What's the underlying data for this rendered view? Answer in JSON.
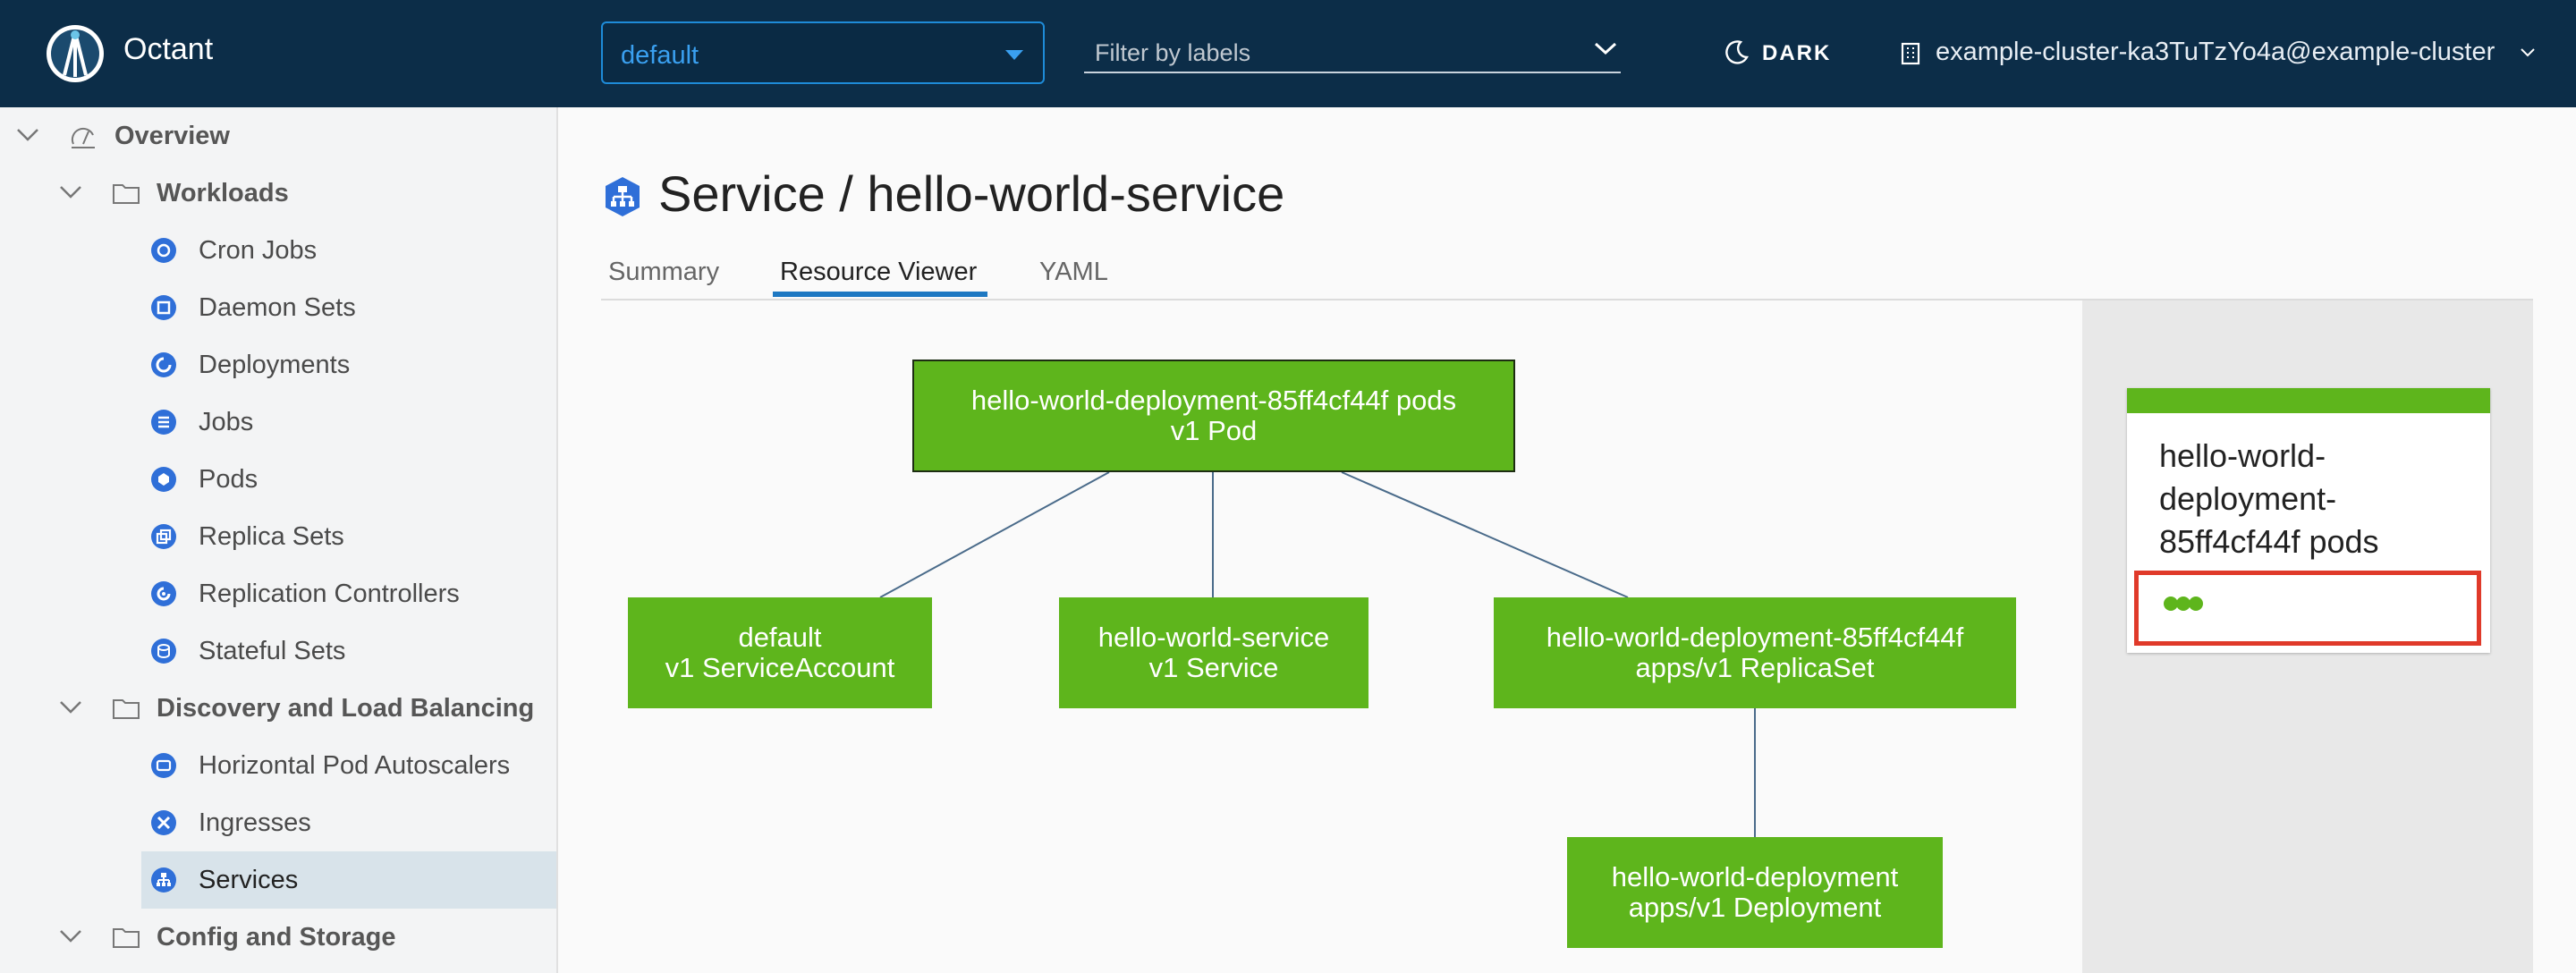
{
  "header": {
    "brand": "Octant",
    "namespace": "default",
    "filter_placeholder": "Filter by labels",
    "theme_label": "DARK",
    "context": "example-cluster-ka3TuTzYo4a@example-cluster"
  },
  "sidebar": {
    "overview": "Overview",
    "workloads": {
      "label": "Workloads",
      "items": [
        "Cron Jobs",
        "Daemon Sets",
        "Deployments",
        "Jobs",
        "Pods",
        "Replica Sets",
        "Replication Controllers",
        "Stateful Sets"
      ]
    },
    "discovery": {
      "label": "Discovery and Load Balancing",
      "items": [
        "Horizontal Pod Autoscalers",
        "Ingresses",
        "Services"
      ]
    },
    "config": {
      "label": "Config and Storage"
    }
  },
  "main": {
    "title": "Service / hello-world-service",
    "tabs": [
      "Summary",
      "Resource Viewer",
      "YAML"
    ],
    "active_tab": "Resource Viewer"
  },
  "graph": {
    "nodes": {
      "pod": {
        "line1": "hello-world-deployment-85ff4cf44f pods",
        "line2": "v1 Pod"
      },
      "sa": {
        "line1": "default",
        "line2": "v1 ServiceAccount"
      },
      "svc": {
        "line1": "hello-world-service",
        "line2": "v1 Service"
      },
      "rs": {
        "line1": "hello-world-deployment-85ff4cf44f",
        "line2": "apps/v1 ReplicaSet"
      },
      "deploy": {
        "line1": "hello-world-deployment",
        "line2": "apps/v1 Deployment"
      }
    },
    "colors": {
      "node": "#5eb51c",
      "edge": "#4a6b8a"
    }
  },
  "detail_card": {
    "title": "hello-world-deployment-85ff4cf44f pods",
    "status_dots": 3
  }
}
